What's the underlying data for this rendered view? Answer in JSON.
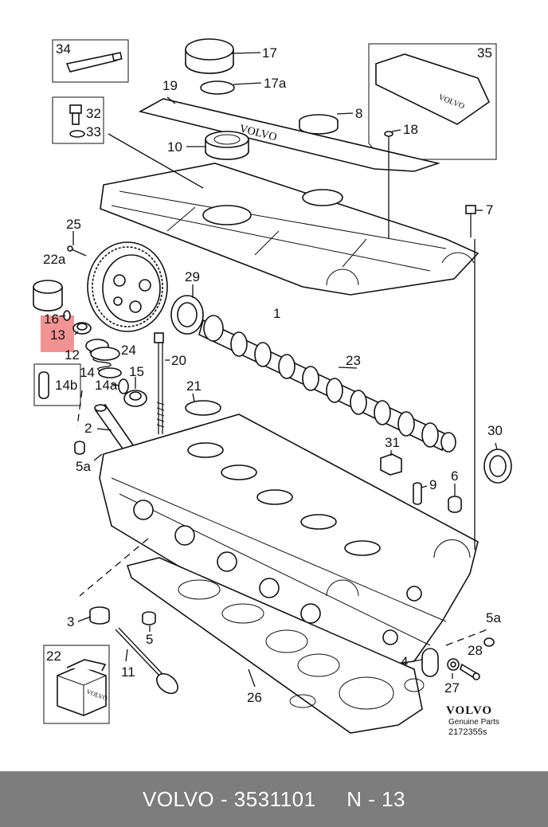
{
  "labels": {
    "l34": "34",
    "l17": "17",
    "l35": "35",
    "l19": "19",
    "l17a": "17a",
    "l32": "32",
    "l33": "33",
    "l8": "8",
    "l18": "18",
    "l10": "10",
    "l7": "7",
    "l25": "25",
    "l22a": "22a",
    "l29": "29",
    "l1": "1",
    "l16": "16",
    "l13": "13",
    "l12": "12",
    "l24": "24",
    "l20": "20",
    "l23": "23",
    "l14": "14",
    "l15": "15",
    "l14b": "14b",
    "l14a": "14a",
    "l21": "21",
    "l2": "2",
    "l31": "31",
    "l30": "30",
    "l5a_left": "5a",
    "l9": "9",
    "l6": "6",
    "l3": "3",
    "l5": "5",
    "l5a_right": "5a",
    "l22": "22",
    "l28": "28",
    "l11": "11",
    "l4": "4",
    "l27": "27",
    "l26": "26"
  },
  "brand": {
    "logo_text": "VOLVO",
    "genuine": "Genuine Parts",
    "diagram_code": "2172355s",
    "cover_text": "VOLVO",
    "box_text": "VOLVO"
  },
  "highlight": {
    "color": "#f08080",
    "parts": [
      "16",
      "13"
    ]
  },
  "footer": {
    "brand": "VOLVO",
    "separator": " - ",
    "part_number": "3531101",
    "position": "N - 13"
  }
}
